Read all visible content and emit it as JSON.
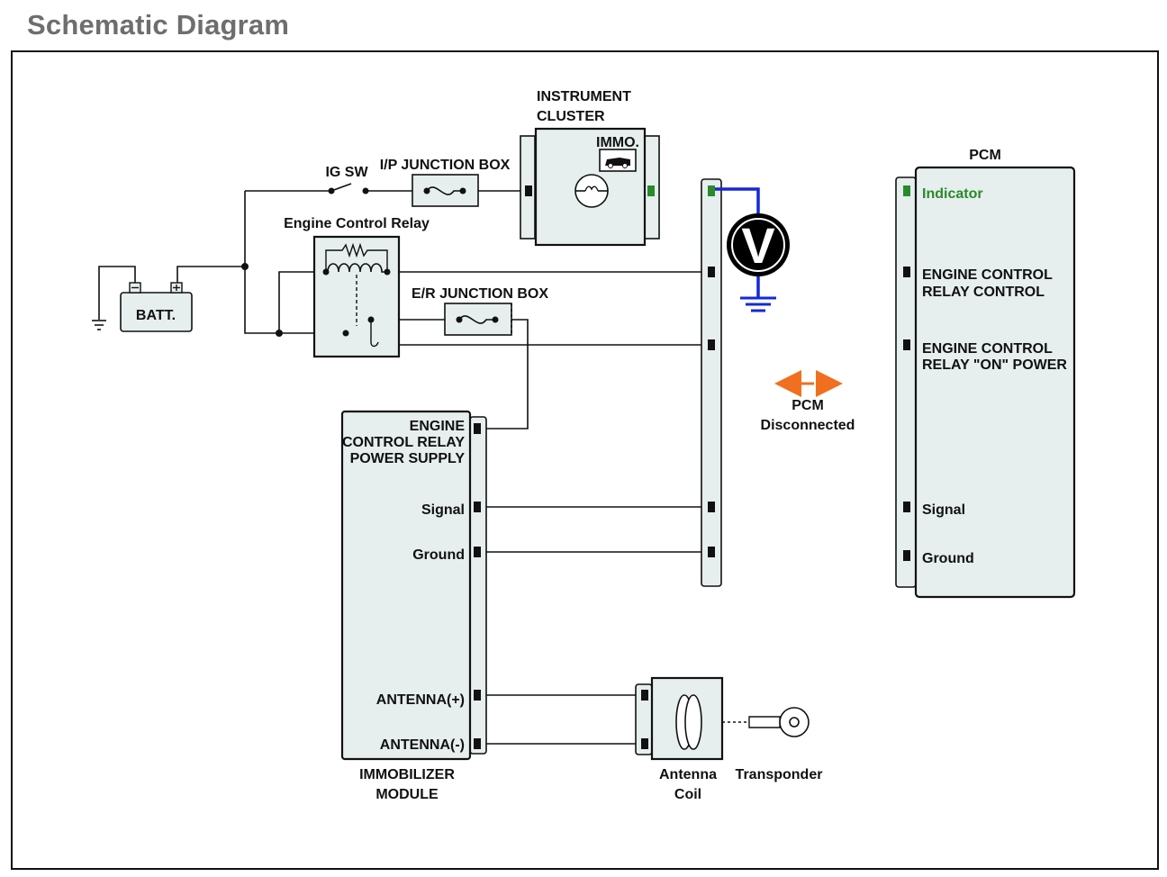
{
  "title": "Schematic Diagram",
  "labels": {
    "instrument_cluster": [
      "INSTRUMENT",
      "CLUSTER"
    ],
    "immo": "IMMO.",
    "ig_sw": "IG SW",
    "ip_junction_box": "I/P JUNCTION BOX",
    "engine_control_relay": "Engine Control Relay",
    "er_junction_box": "E/R JUNCTION BOX",
    "batt": "BATT.",
    "voltmeter": "V",
    "pcm": "PCM",
    "pcm_disconnected": [
      "PCM",
      "Disconnected"
    ],
    "immobilizer_module": [
      "IMMOBILIZER",
      "MODULE"
    ],
    "antenna_coil": [
      "Antenna",
      "Coil"
    ],
    "transponder": "Transponder"
  },
  "immobilizer_pins": {
    "power_supply": [
      "ENGINE",
      "CONTROL RELAY",
      "POWER SUPPLY"
    ],
    "signal": "Signal",
    "ground": "Ground",
    "antenna_pos": "ANTENNA(+)",
    "antenna_neg": "ANTENNA(-)"
  },
  "pcm_pins": {
    "indicator": "Indicator",
    "relay_control": [
      "ENGINE CONTROL",
      "RELAY CONTROL"
    ],
    "relay_on_power": [
      "ENGINE CONTROL",
      "RELAY \"ON\" POWER"
    ],
    "signal": "Signal",
    "ground": "Ground"
  },
  "colors": {
    "box_fill": "#e6eeee",
    "indicator_green": "#2a8a2a",
    "probe_wire_blue": "#1428d8",
    "pcm_arrow_orange": "#f07020",
    "title_gray": "#6e6e6e"
  }
}
